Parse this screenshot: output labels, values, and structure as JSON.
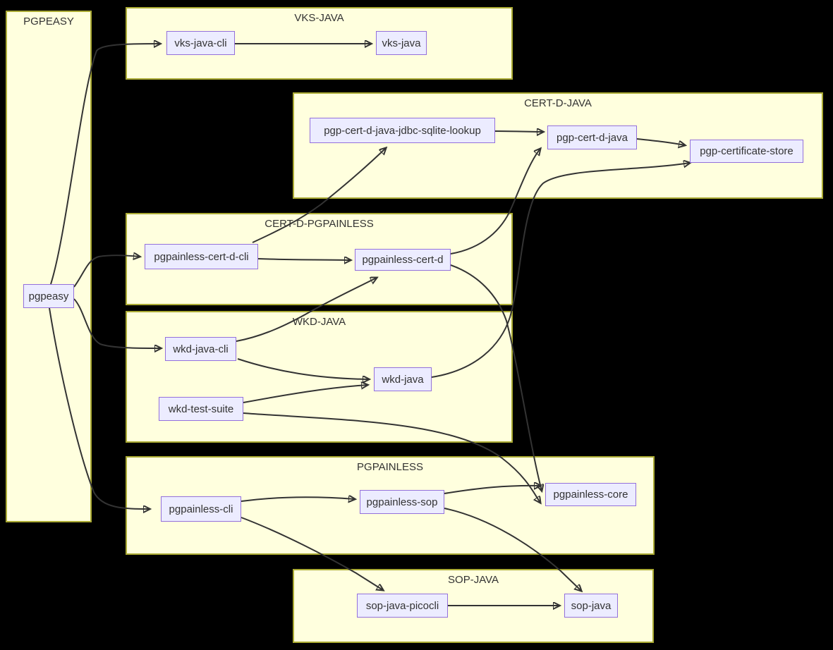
{
  "diagram": {
    "type": "dependency-flowchart",
    "background_color": "#000000",
    "cluster_fill": "#ffffde",
    "cluster_border_color": "#aaaa33",
    "node_fill": "#ECECFF",
    "node_border_color": "#9370DB",
    "text_color": "#333333",
    "edge_color": "#333333",
    "clusters": [
      {
        "id": "PGPEASY",
        "title": "PGPEASY"
      },
      {
        "id": "VKS-JAVA",
        "title": "VKS-JAVA"
      },
      {
        "id": "CERT-D-JAVA",
        "title": "CERT-D-JAVA"
      },
      {
        "id": "CERT-D-PGPAINLESS",
        "title": "CERT-D-PGPAINLESS"
      },
      {
        "id": "WKD-JAVA",
        "title": "WKD-JAVA"
      },
      {
        "id": "PGPAINLESS",
        "title": "PGPAINLESS"
      },
      {
        "id": "SOP-JAVA",
        "title": "SOP-JAVA"
      }
    ],
    "nodes": [
      {
        "id": "pgpeasy",
        "label": "pgpeasy",
        "cluster": "PGPEASY"
      },
      {
        "id": "vks-java-cli",
        "label": "vks-java-cli",
        "cluster": "VKS-JAVA"
      },
      {
        "id": "vks-java",
        "label": "vks-java",
        "cluster": "VKS-JAVA"
      },
      {
        "id": "pgp-cert-d-java-jdbc-sqlite-lookup",
        "label": "pgp-cert-d-java-jdbc-sqlite-lookup",
        "cluster": "CERT-D-JAVA"
      },
      {
        "id": "pgp-cert-d-java",
        "label": "pgp-cert-d-java",
        "cluster": "CERT-D-JAVA"
      },
      {
        "id": "pgp-certificate-store",
        "label": "pgp-certificate-store",
        "cluster": "CERT-D-JAVA"
      },
      {
        "id": "pgpainless-cert-d-cli",
        "label": "pgpainless-cert-d-cli",
        "cluster": "CERT-D-PGPAINLESS"
      },
      {
        "id": "pgpainless-cert-d",
        "label": "pgpainless-cert-d",
        "cluster": "CERT-D-PGPAINLESS"
      },
      {
        "id": "wkd-java-cli",
        "label": "wkd-java-cli",
        "cluster": "WKD-JAVA"
      },
      {
        "id": "wkd-java",
        "label": "wkd-java",
        "cluster": "WKD-JAVA"
      },
      {
        "id": "wkd-test-suite",
        "label": "wkd-test-suite",
        "cluster": "WKD-JAVA"
      },
      {
        "id": "pgpainless-cli",
        "label": "pgpainless-cli",
        "cluster": "PGPAINLESS"
      },
      {
        "id": "pgpainless-sop",
        "label": "pgpainless-sop",
        "cluster": "PGPAINLESS"
      },
      {
        "id": "pgpainless-core",
        "label": "pgpainless-core",
        "cluster": "PGPAINLESS"
      },
      {
        "id": "sop-java-picocli",
        "label": "sop-java-picocli",
        "cluster": "SOP-JAVA"
      },
      {
        "id": "sop-java",
        "label": "sop-java",
        "cluster": "SOP-JAVA"
      }
    ],
    "edges": [
      {
        "from": "pgpeasy",
        "to": "vks-java-cli"
      },
      {
        "from": "pgpeasy",
        "to": "pgpainless-cert-d-cli"
      },
      {
        "from": "pgpeasy",
        "to": "wkd-java-cli"
      },
      {
        "from": "pgpeasy",
        "to": "pgpainless-cli"
      },
      {
        "from": "vks-java-cli",
        "to": "vks-java"
      },
      {
        "from": "pgp-cert-d-java-jdbc-sqlite-lookup",
        "to": "pgp-cert-d-java"
      },
      {
        "from": "pgp-cert-d-java",
        "to": "pgp-certificate-store"
      },
      {
        "from": "pgpainless-cert-d-cli",
        "to": "pgp-cert-d-java-jdbc-sqlite-lookup"
      },
      {
        "from": "pgpainless-cert-d-cli",
        "to": "pgpainless-cert-d"
      },
      {
        "from": "wkd-java-cli",
        "to": "pgpainless-cert-d"
      },
      {
        "from": "wkd-java-cli",
        "to": "wkd-java"
      },
      {
        "from": "wkd-test-suite",
        "to": "wkd-java"
      },
      {
        "from": "wkd-test-suite",
        "to": "pgpainless-core"
      },
      {
        "from": "wkd-java",
        "to": "pgp-certificate-store"
      },
      {
        "from": "pgpainless-cert-d",
        "to": "pgp-cert-d-java"
      },
      {
        "from": "pgpainless-cert-d",
        "to": "pgpainless-core"
      },
      {
        "from": "pgpainless-cli",
        "to": "pgpainless-sop"
      },
      {
        "from": "pgpainless-cli",
        "to": "sop-java-picocli"
      },
      {
        "from": "pgpainless-sop",
        "to": "pgpainless-core"
      },
      {
        "from": "pgpainless-sop",
        "to": "sop-java"
      },
      {
        "from": "sop-java-picocli",
        "to": "sop-java"
      }
    ]
  }
}
